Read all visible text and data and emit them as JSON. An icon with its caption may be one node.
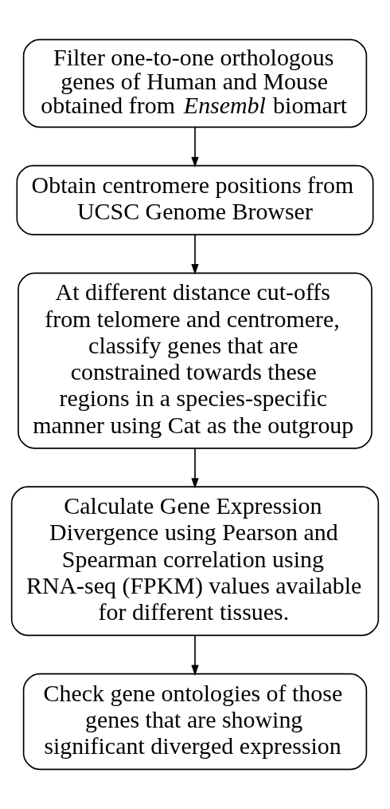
{
  "diagram": {
    "nodes": [
      {
        "text": [
          "Filter one-to-one orthologous genes of Human and Mouse obtained from *Ensembl* biomart"
        ]
      },
      {
        "text": [
          "Obtain centromere positions from UCSC Genome Browser"
        ]
      },
      {
        "text": [
          "At different distance cut-offs from telomere and centromere, classify genes that are constrained towards these regions in a species-specific manner using Cat as the outgroup"
        ]
      },
      {
        "text": [
          "Calculate Gene Expression Divergence using Pearson and Spearman correlation using RNA-seq (FPKM) values available for different tissues."
        ]
      },
      {
        "text": [
          "Check gene ontologies of those genes that are showing significant diverged expression"
        ]
      }
    ],
    "edges": [
      {
        "from": 0,
        "to": 1,
        "arrow": "to"
      },
      {
        "from": 1,
        "to": 2,
        "arrow": "to"
      },
      {
        "from": 2,
        "to": 3,
        "arrow": "to"
      },
      {
        "from": 3,
        "to": 4,
        "arrow": "to"
      }
    ]
  }
}
